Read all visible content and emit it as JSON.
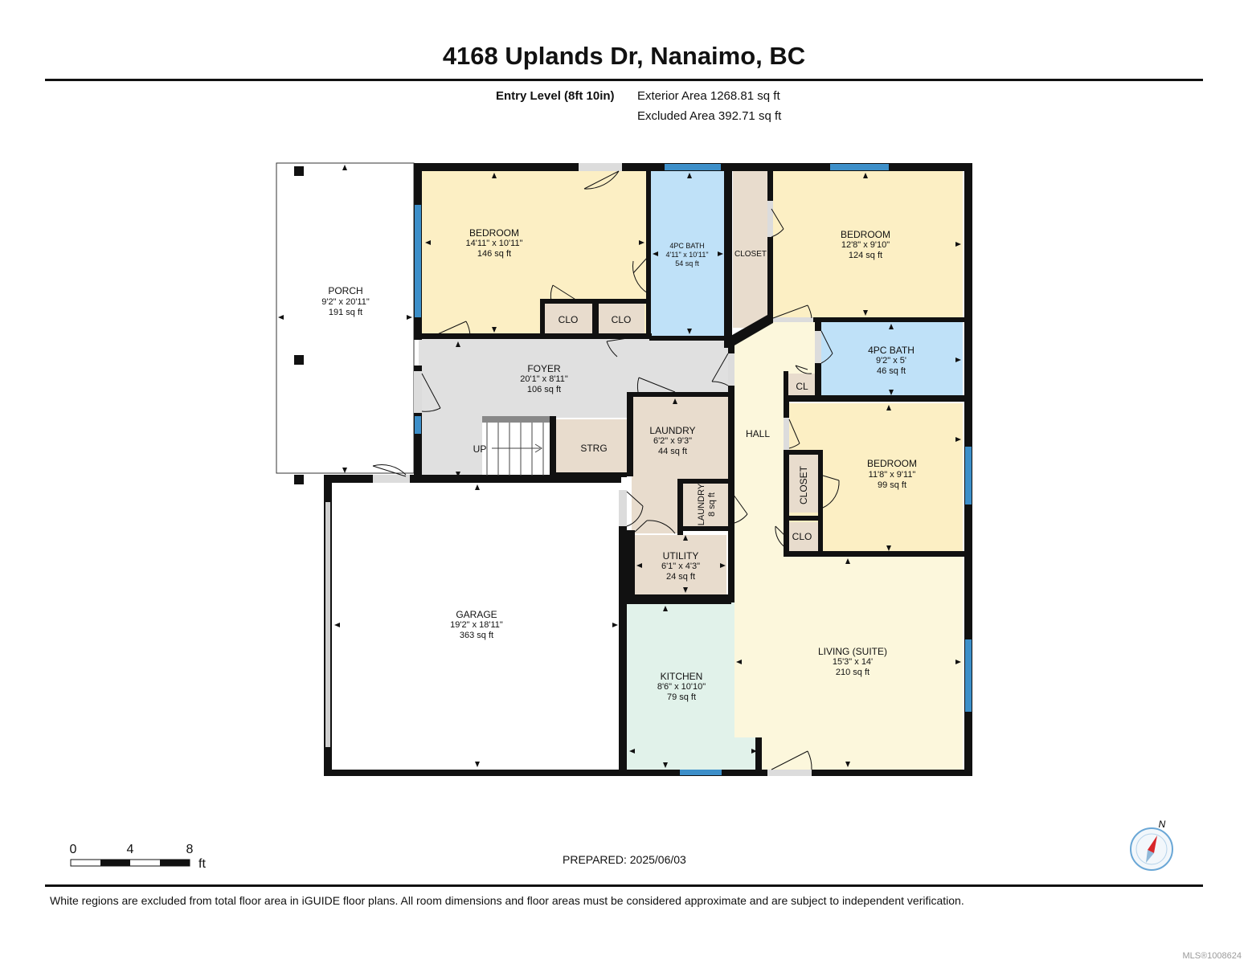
{
  "title": "4168 Uplands Dr, Nanaimo, BC",
  "level": {
    "name": "Entry Level (8ft 10in)",
    "exterior_area": "Exterior Area 1268.81 sq ft",
    "excluded_area": "Excluded Area 392.71 sq ft"
  },
  "colors": {
    "wall": "#111111",
    "window": "#3d8fc9",
    "bedroom": "#fcefc4",
    "bath": "#bfe1f8",
    "utility": "#e8dccd",
    "foyer": "#e0e0e0",
    "hall": "#fcf7dc",
    "kitchen": "#e1f2ea",
    "excluded": "#ffffff"
  },
  "rooms": {
    "porch": {
      "name": "PORCH",
      "dims": "9'2\" x 20'11\"",
      "area": "191 sq ft"
    },
    "bedroom1": {
      "name": "BEDROOM",
      "dims": "14'11\" x 10'11\"",
      "area": "146 sq ft"
    },
    "bath1": {
      "name": "4PC BATH",
      "dims": "4'11\" x 10'11\"",
      "area": "54 sq ft"
    },
    "closet1": {
      "name": "CLOSET"
    },
    "bedroom2": {
      "name": "BEDROOM",
      "dims": "12'8\" x 9'10\"",
      "area": "124 sq ft"
    },
    "clo1": {
      "name": "CLO"
    },
    "clo2": {
      "name": "CLO"
    },
    "foyer": {
      "name": "FOYER",
      "dims": "20'1\" x 8'11\"",
      "area": "106 sq ft"
    },
    "bath2": {
      "name": "4PC BATH",
      "dims": "9'2\" x 5'",
      "area": "46 sq ft"
    },
    "cl": {
      "name": "CL"
    },
    "hall": {
      "name": "HALL"
    },
    "up": {
      "name": "UP"
    },
    "strg": {
      "name": "STRG"
    },
    "laundry1": {
      "name": "LAUNDRY",
      "dims": "6'2\" x 9'3\"",
      "area": "44 sq ft"
    },
    "bedroom3": {
      "name": "BEDROOM",
      "dims": "11'8\" x 9'11\"",
      "area": "99 sq ft"
    },
    "closet2": {
      "name": "CLOSET"
    },
    "laundry2": {
      "name": "LAUNDRY",
      "area": "8 sq ft"
    },
    "clo3": {
      "name": "CLO"
    },
    "utility": {
      "name": "UTILITY",
      "dims": "6'1\" x 4'3\"",
      "area": "24 sq ft"
    },
    "garage": {
      "name": "GARAGE",
      "dims": "19'2\" x 18'11\"",
      "area": "363 sq ft"
    },
    "living": {
      "name": "LIVING (SUITE)",
      "dims": "15'3\" x 14'",
      "area": "210 sq ft"
    },
    "kitchen": {
      "name": "KITCHEN",
      "dims": "8'6\" x 10'10\"",
      "area": "79 sq ft"
    }
  },
  "scale": {
    "ticks": [
      "0",
      "4",
      "8"
    ],
    "unit": "ft"
  },
  "compass": {
    "label": "N",
    "icon": "compass-icon"
  },
  "prepared": "PREPARED: 2025/06/03",
  "disclaimer": "White regions are excluded from total floor area in iGUIDE floor plans. All room dimensions and floor areas must be considered approximate and are subject to independent verification.",
  "watermark": "MLS®1008624"
}
